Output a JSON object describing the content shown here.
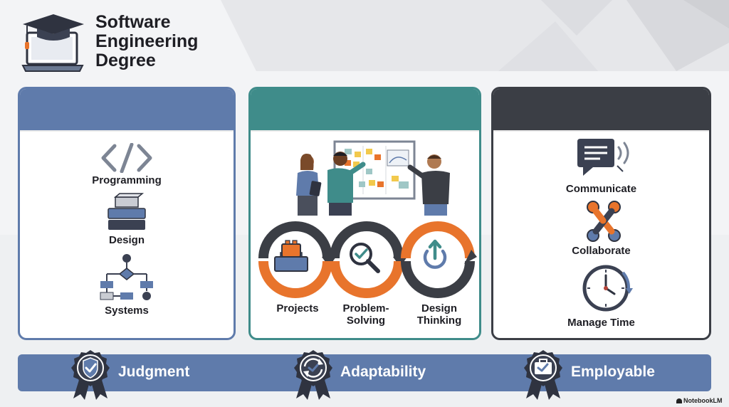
{
  "header": {
    "title_line1": "Software",
    "title_line2": "Engineering",
    "title_line3": "Degree",
    "icon": "graduation-laptop-icon"
  },
  "left_panel": {
    "items": [
      {
        "label": "Programming",
        "icon": "code-brackets-icon"
      },
      {
        "label": "Design",
        "icon": "layered-stack-icon"
      },
      {
        "label": "Systems",
        "icon": "flowchart-icon"
      }
    ]
  },
  "middle_panel": {
    "illustration": "team-whiteboard-illustration",
    "items": [
      {
        "label": "Projects",
        "icon": "building-block-icon"
      },
      {
        "label": "Problem-Solving",
        "icon": "magnifier-check-icon"
      },
      {
        "label": "Design Thinking",
        "icon": "power-arrow-icon"
      }
    ]
  },
  "right_panel": {
    "items": [
      {
        "label": "Communicate",
        "icon": "speech-bubble-icon"
      },
      {
        "label": "Collaborate",
        "icon": "linked-people-icon"
      },
      {
        "label": "Manage Time",
        "icon": "clock-icon"
      }
    ]
  },
  "footer": {
    "items": [
      {
        "label": "Judgment",
        "icon": "shield-check-badge-icon"
      },
      {
        "label": "Adaptability",
        "icon": "refresh-check-badge-icon"
      },
      {
        "label": "Employable",
        "icon": "briefcase-check-badge-icon"
      }
    ]
  },
  "watermark": "NotebookLM",
  "colors": {
    "blue": "#5f7bab",
    "teal": "#3f8c8a",
    "charcoal": "#3b3e45",
    "orange": "#e8742c"
  }
}
